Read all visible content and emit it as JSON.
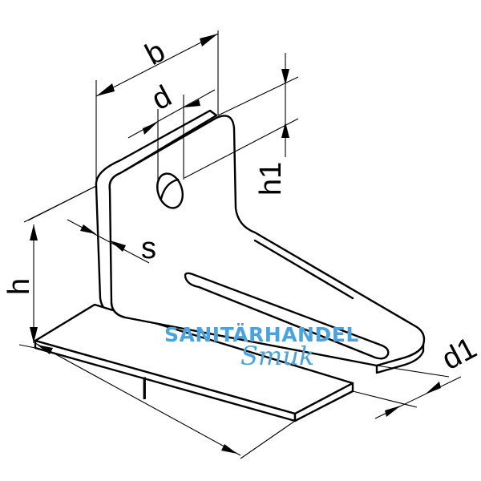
{
  "labels": {
    "b": "b",
    "d": "d",
    "h1": "h1",
    "s": "s",
    "h": "h",
    "l": "l",
    "d1": "d1"
  },
  "watermark": {
    "line1": "SANITÄRHANDEL",
    "line2": "Smuk",
    "color": "#4aa3df"
  }
}
